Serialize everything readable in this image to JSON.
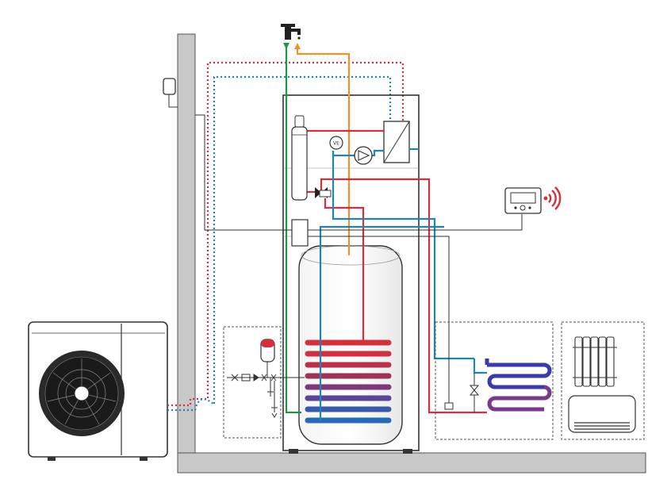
{
  "diagram": {
    "colors": {
      "heating_flow": "#d62f3c",
      "heating_return": "#1f84b8",
      "cold_water": "#1e9447",
      "hot_water": "#f0912e",
      "wall": "#c8c8c8",
      "outline": "#333333",
      "wireless": "#d62f3c",
      "coil_gradient": [
        "#d62f3c",
        "#a8325a",
        "#6a3c8c",
        "#3a5ca8",
        "#1f6cc0"
      ]
    },
    "components": [
      {
        "key": "heat_pump",
        "icon": "outdoor-heat-pump-icon"
      },
      {
        "key": "outdoor_sensor",
        "icon": "outdoor-temperature-sensor-icon"
      },
      {
        "key": "tap",
        "icon": "water-tap-icon"
      },
      {
        "key": "cylinder",
        "icon": "hot-water-cylinder-icon"
      },
      {
        "key": "controller",
        "icon": "room-controller-icon"
      },
      {
        "key": "underfloor",
        "icon": "underfloor-heating-icon"
      },
      {
        "key": "radiators",
        "icon": "radiator-icon"
      },
      {
        "key": "expansion_vessel",
        "icon": "expansion-vessel-icon"
      }
    ],
    "labels": {
      "gauge": "VE"
    }
  }
}
